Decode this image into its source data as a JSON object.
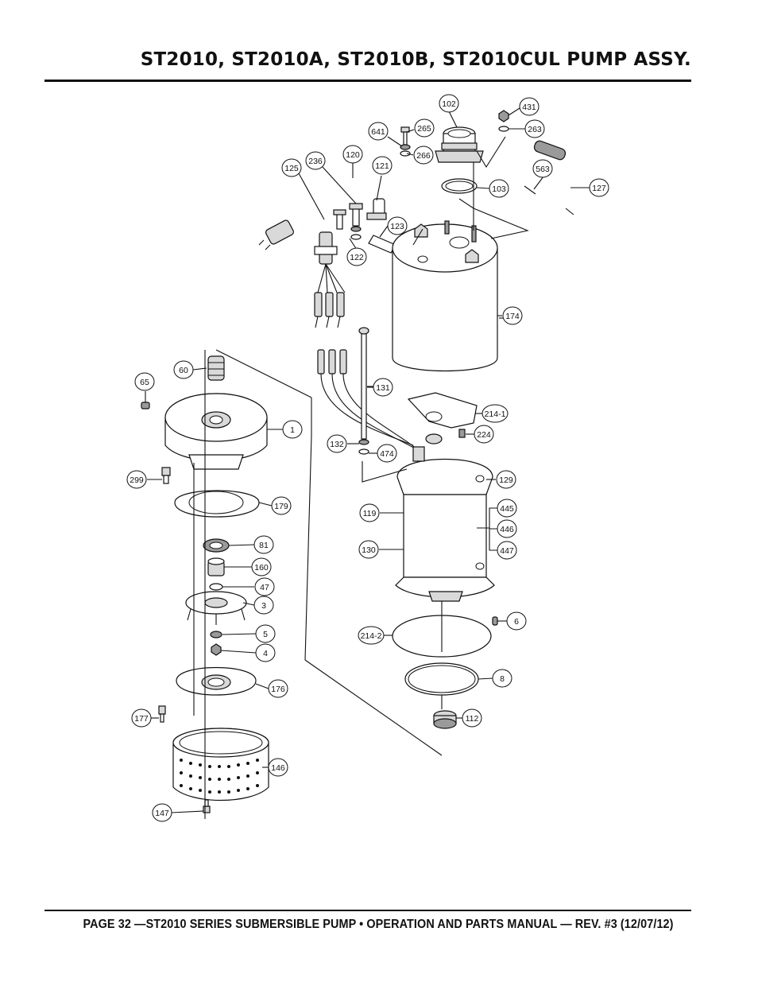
{
  "page": {
    "title": "ST2010, ST2010A, ST2010B, ST2010CUL PUMP ASSY.",
    "footer": "PAGE 32 —ST2010 SERIES SUBMERSIBLE PUMP • OPERATION AND PARTS MANUAL — REV. #3 (12/07/12)"
  },
  "callouts": [
    {
      "label": "102"
    },
    {
      "label": "431"
    },
    {
      "label": "641"
    },
    {
      "label": "265"
    },
    {
      "label": "263"
    },
    {
      "label": "120"
    },
    {
      "label": "266"
    },
    {
      "label": "125"
    },
    {
      "label": "236"
    },
    {
      "label": "121"
    },
    {
      "label": "563"
    },
    {
      "label": "103"
    },
    {
      "label": "127"
    },
    {
      "label": "123"
    },
    {
      "label": "122"
    },
    {
      "label": "174"
    },
    {
      "label": "60"
    },
    {
      "label": "65"
    },
    {
      "label": "131"
    },
    {
      "label": "214-1"
    },
    {
      "label": "1"
    },
    {
      "label": "224"
    },
    {
      "label": "132"
    },
    {
      "label": "474"
    },
    {
      "label": "299"
    },
    {
      "label": "129"
    },
    {
      "label": "179"
    },
    {
      "label": "445"
    },
    {
      "label": "119"
    },
    {
      "label": "446"
    },
    {
      "label": "81"
    },
    {
      "label": "130"
    },
    {
      "label": "447"
    },
    {
      "label": "160"
    },
    {
      "label": "47"
    },
    {
      "label": "3"
    },
    {
      "label": "6"
    },
    {
      "label": "5"
    },
    {
      "label": "214-2"
    },
    {
      "label": "4"
    },
    {
      "label": "8"
    },
    {
      "label": "176"
    },
    {
      "label": "177"
    },
    {
      "label": "112"
    },
    {
      "label": "146"
    },
    {
      "label": "147"
    }
  ]
}
